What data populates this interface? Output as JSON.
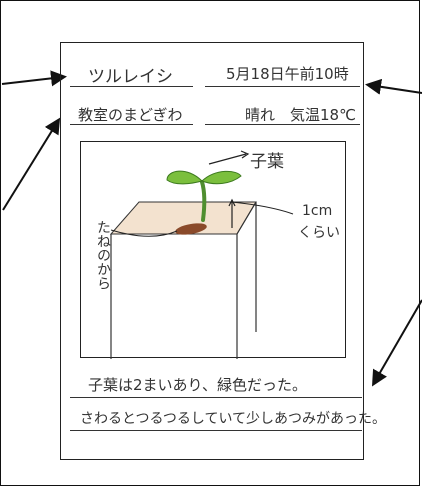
{
  "header": {
    "plant_name": "ツルレイシ",
    "datetime": "5月18日午前10時",
    "location": "教室のまどぎわ",
    "weather": "晴れ　気温18℃"
  },
  "sketch": {
    "cotyledon_label": "子葉",
    "size_label_line1": "1cm",
    "size_label_line2": "くらい",
    "seed_coat_label": "たねのから"
  },
  "notes": {
    "line1": "子葉は2まいあり、緑色だった。",
    "line2": "さわるとつるつるしていて少しあつみがあった。"
  }
}
